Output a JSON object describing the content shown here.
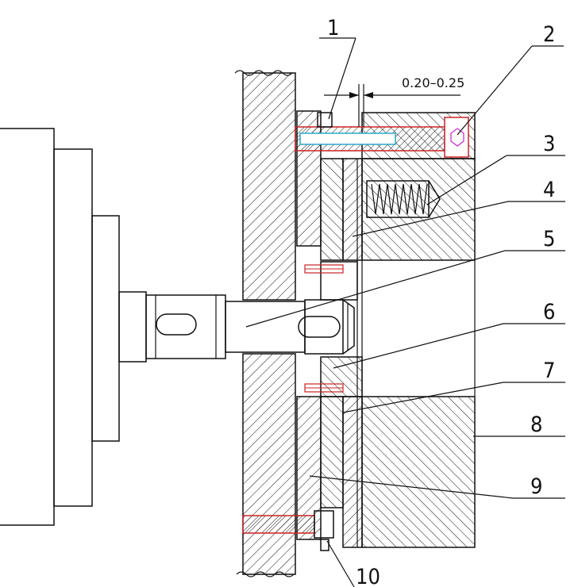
{
  "callouts": [
    {
      "id": "1",
      "text": "1"
    },
    {
      "id": "2",
      "text": "2"
    },
    {
      "id": "3",
      "text": "3"
    },
    {
      "id": "4",
      "text": "4"
    },
    {
      "id": "5",
      "text": "5"
    },
    {
      "id": "6",
      "text": "6"
    },
    {
      "id": "7",
      "text": "7"
    },
    {
      "id": "8",
      "text": "8"
    },
    {
      "id": "9",
      "text": "9"
    },
    {
      "id": "10",
      "text": "10"
    }
  ],
  "dimension": {
    "text": "0.20–0.25"
  },
  "colors": {
    "line": "#111111",
    "screw_outline": "#cc2222",
    "bolt_core": "#2aa8c8",
    "head_accent": "#cc33cc"
  }
}
